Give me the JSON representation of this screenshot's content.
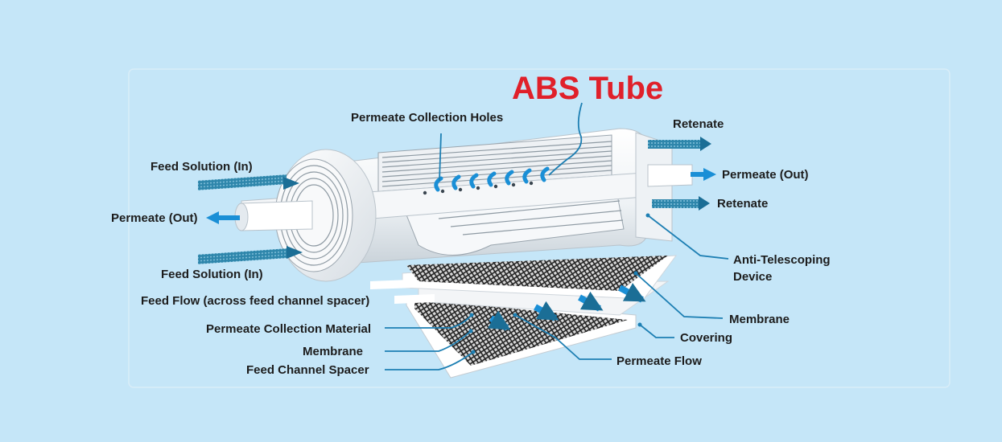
{
  "title": "ABS Tube",
  "title_color": "#e0202a",
  "leader_color": "#1d7fb3",
  "arrow_color": "#1b6e96",
  "permeate_arrow_color": "#1a8fd6",
  "labels": {
    "permeate_collection_holes": "Permeate Collection Holes",
    "retenate_top": "Retenate",
    "permeate_out_right": "Permeate (Out)",
    "retenate_bottom": "Retenate",
    "feed_solution_in_top": "Feed Solution (In)",
    "permeate_out_left": "Permeate (Out)",
    "feed_solution_in_bottom": "Feed Solution (In)",
    "anti_telescoping_device_1": "Anti-Telescoping",
    "anti_telescoping_device_2": "Device",
    "feed_flow": "Feed Flow (across feed channel spacer)",
    "membrane_right": "Membrane",
    "permeate_collection_material": "Permeate Collection Material",
    "covering": "Covering",
    "membrane_left": "Membrane",
    "permeate_flow": "Permeate Flow",
    "feed_channel_spacer": "Feed Channel Spacer"
  }
}
